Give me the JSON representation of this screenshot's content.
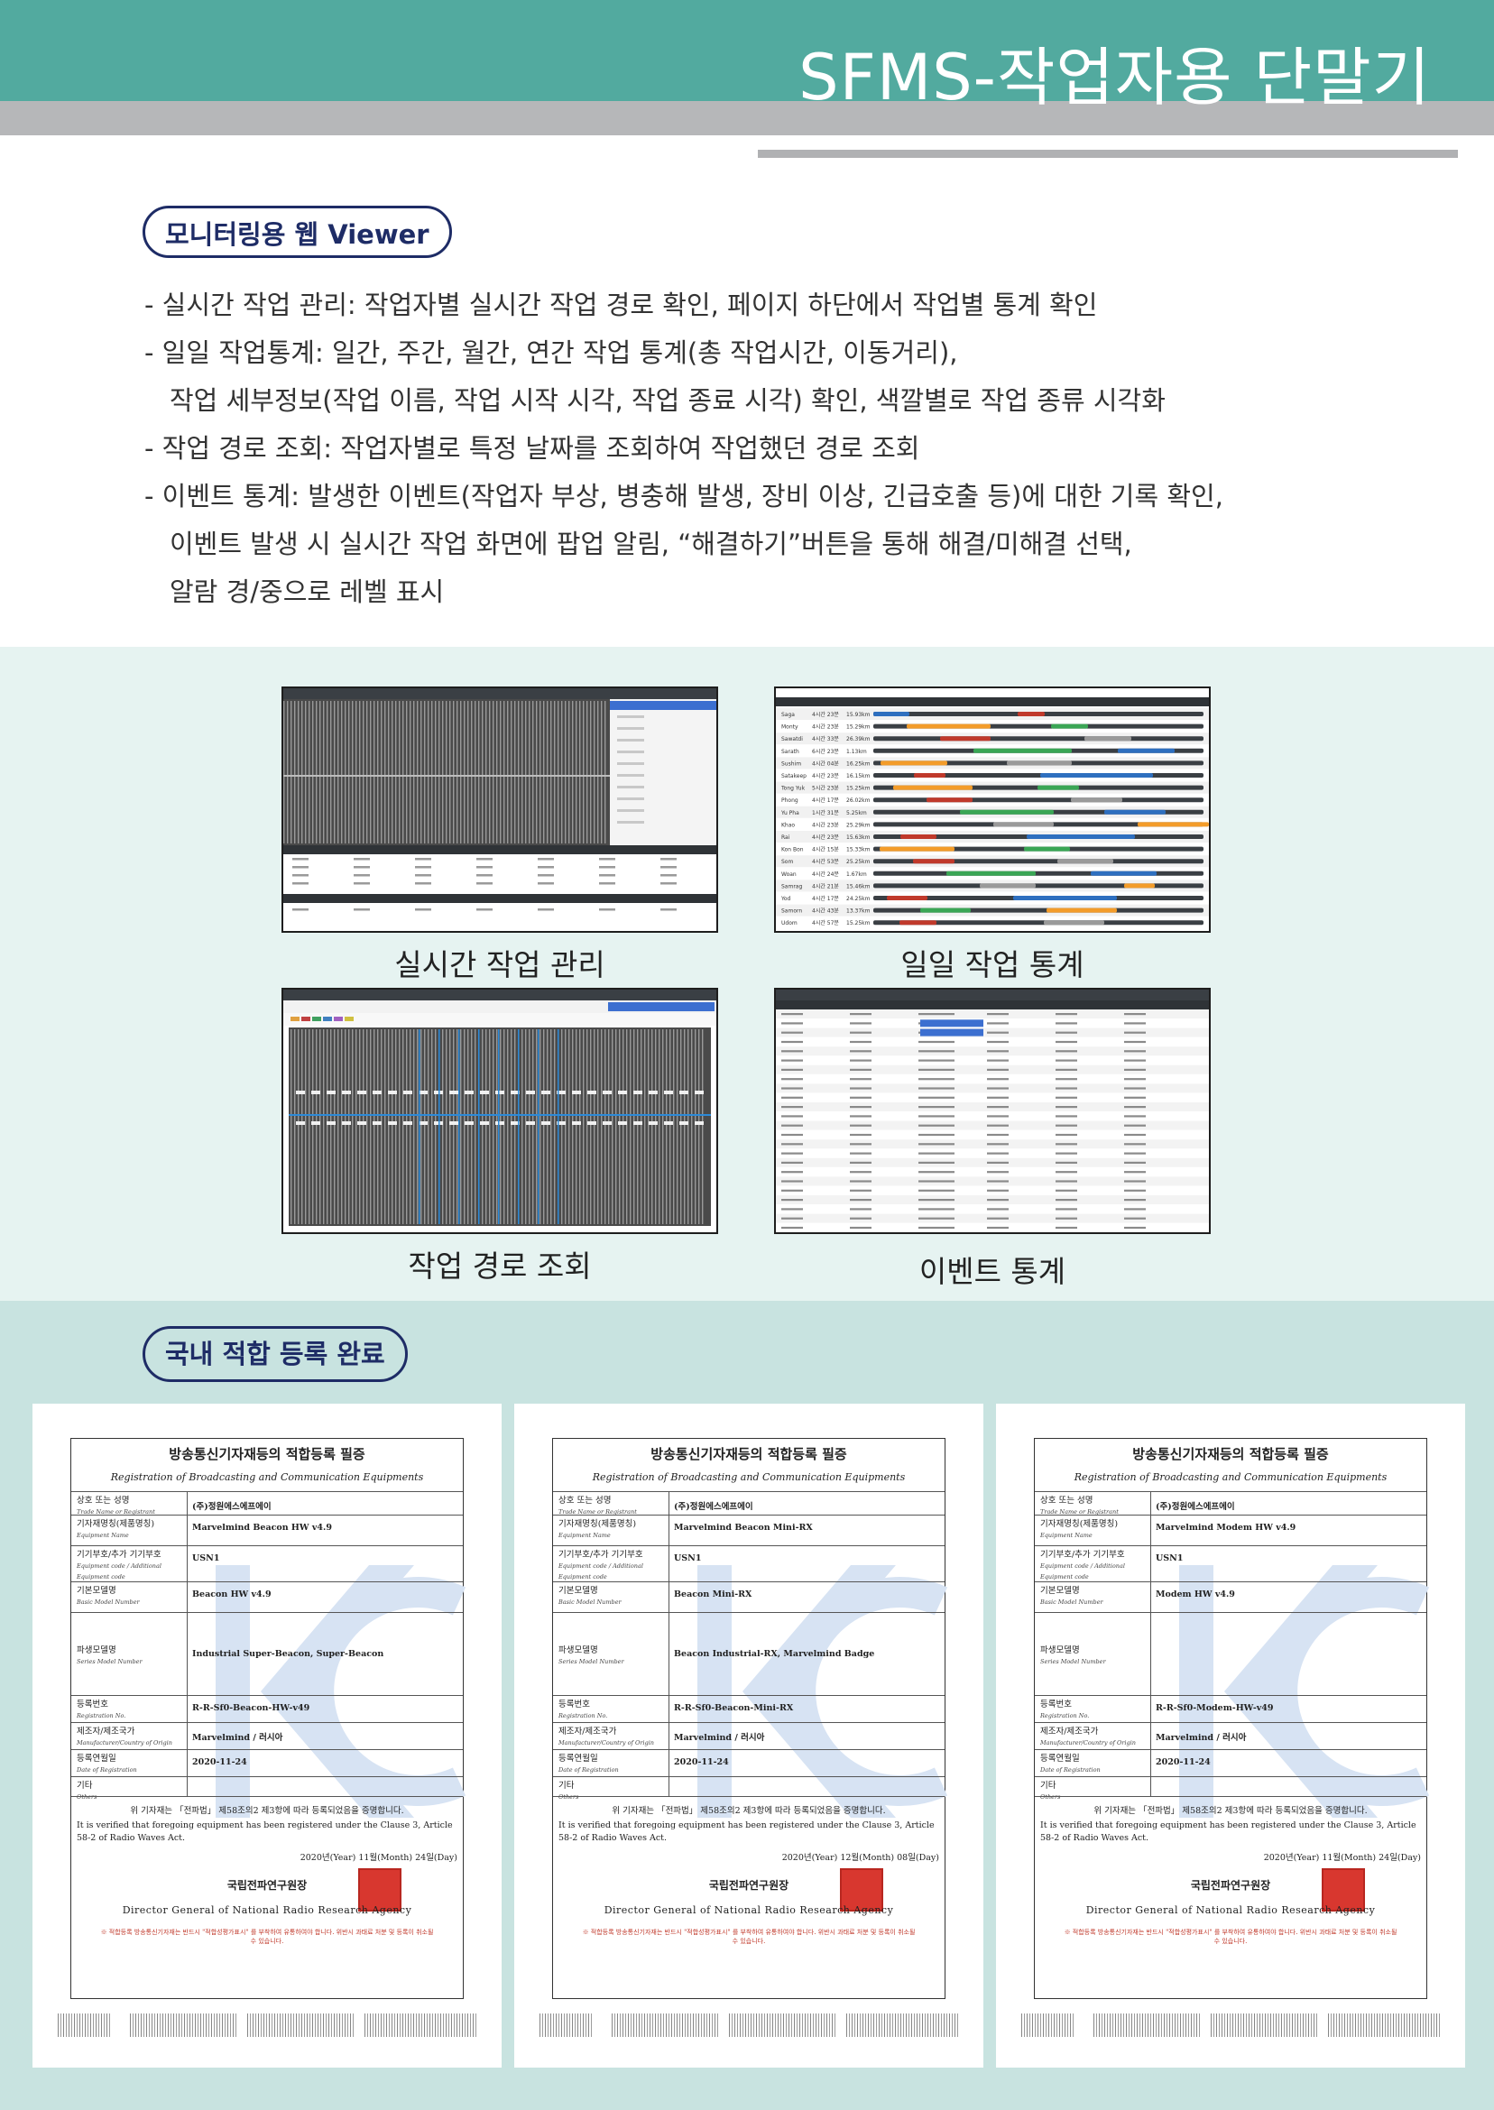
{
  "header": {
    "title": "SFMS-작업자용 단말기"
  },
  "section_monitor": {
    "pill": "모니터링용 웹 Viewer",
    "bullets": [
      "- 실시간 작업 관리: 작업자별 실시간 작업 경로 확인, 페이지 하단에서 작업별 통계 확인",
      "- 일일 작업통계: 일간, 주간, 월간, 연간 작업 통계(총 작업시간, 이동거리),",
      "작업 세부정보(작업 이름, 작업 시작 시각, 작업 종료 시각) 확인, 색깔별로 작업 종류 시각화",
      "- 작업 경로 조회: 작업자별로 특정 날짜를 조회하여 작업했던 경로 조회",
      "- 이벤트 통계: 발생한 이벤트(작업자 부상, 병충해 발생, 장비 이상, 긴급호출 등)에 대한 기록 확인,",
      "이벤트 발생 시 실시간 작업 화면에 팝업 알림, “해결하기”버튼을 통해 해결/미해결 선택,",
      "알람 경/중으로 레벨 표시"
    ],
    "captions": {
      "realtime": "실시간 작업 관리",
      "daily": "일일 작업 통계",
      "route": "작업 경로 조회",
      "event": "이벤트 통계"
    },
    "daily_rows": [
      {
        "name": "Saga",
        "time": "4시간 23분",
        "dist": "15.93km"
      },
      {
        "name": "Monty",
        "time": "4시간 23분",
        "dist": "15.29km"
      },
      {
        "name": "Sawatdi",
        "time": "4시간 33분",
        "dist": "26.39km"
      },
      {
        "name": "Sarath",
        "time": "6시간 23분",
        "dist": "1.13km"
      },
      {
        "name": "Sushim",
        "time": "4시간 04분",
        "dist": "16.25km"
      },
      {
        "name": "Satakeep",
        "time": "4시간 23분",
        "dist": "16.15km"
      },
      {
        "name": "Tong Yuk",
        "time": "5시간 23분",
        "dist": "15.25km"
      },
      {
        "name": "Phong",
        "time": "4시간 17분",
        "dist": "26.02km"
      },
      {
        "name": "Yu Pha",
        "time": "1시간 31분",
        "dist": "5.25km"
      },
      {
        "name": "Khao",
        "time": "4시간 23분",
        "dist": "25.29km"
      },
      {
        "name": "Rai",
        "time": "4시간 23분",
        "dist": "15.63km"
      },
      {
        "name": "Kon Bon",
        "time": "4시간 15분",
        "dist": "15.33km"
      },
      {
        "name": "Som",
        "time": "4시간 53분",
        "dist": "25.25km"
      },
      {
        "name": "Woan",
        "time": "4시간 24분",
        "dist": "1.67km"
      },
      {
        "name": "Samrag",
        "time": "4시간 21분",
        "dist": "15.46km"
      },
      {
        "name": "Yod",
        "time": "4시간 17분",
        "dist": "24.25km"
      },
      {
        "name": "Samorn",
        "time": "4시간 43분",
        "dist": "13.37km"
      },
      {
        "name": "Udom",
        "time": "4시간 57분",
        "dist": "15.25km"
      }
    ]
  },
  "section_cert": {
    "pill": "국내 적합 등록 완료",
    "certs": [
      {
        "title": "방송통신기자재등의 적합등록 필증",
        "subtitle": "Registration of Broadcasting and Communication Equipments",
        "rows": [
          {
            "ko": "상호 또는 성명",
            "en": "Trade Name or Registrant",
            "val": "(주)정원에스에프에이"
          },
          {
            "ko": "기자재명칭(제품명칭)",
            "en": "Equipment Name",
            "val": "Marvelmind Beacon HW v4.9"
          },
          {
            "ko": "기기부호/추가 기기부호",
            "en": "Equipment code / Additional Equipment code",
            "val": "USN1"
          },
          {
            "ko": "기본모델명",
            "en": "Basic Model Number",
            "val": "Beacon HW v4.9"
          },
          {
            "ko": "파생모델명",
            "en": "Series Model Number",
            "val": "Industrial Super-Beacon, Super-Beacon"
          },
          {
            "ko": "등록번호",
            "en": "Registration No.",
            "val": "R-R-Sf0-Beacon-HW-v49"
          },
          {
            "ko": "제조자/제조국가",
            "en": "Manufacturer/Country of Origin",
            "val": "Marvelmind / 러시아"
          },
          {
            "ko": "등록연월일",
            "en": "Date of Registration",
            "val": "2020-11-24"
          },
          {
            "ko": "기타",
            "en": "Others",
            "val": ""
          }
        ],
        "body_ko": "위 기자재는 「전파법」 제58조의2 제3항에 따라 등록되었음을 증명합니다.",
        "body_en": "It is verified that foregoing equipment has been registered under the Clause 3, Article 58-2 of Radio Waves Act.",
        "date": "2020년(Year) 11월(Month) 24일(Day)",
        "issuer_ko": "국립전파연구원장",
        "issuer_en": "Director General of National Radio Research Agency"
      },
      {
        "title": "방송통신기자재등의 적합등록 필증",
        "subtitle": "Registration of Broadcasting and Communication Equipments",
        "rows": [
          {
            "ko": "상호 또는 성명",
            "en": "Trade Name or Registrant",
            "val": "(주)정원에스에프에이"
          },
          {
            "ko": "기자재명칭(제품명칭)",
            "en": "Equipment Name",
            "val": "Marvelmind Beacon Mini-RX"
          },
          {
            "ko": "기기부호/추가 기기부호",
            "en": "Equipment code / Additional Equipment code",
            "val": "USN1"
          },
          {
            "ko": "기본모델명",
            "en": "Basic Model Number",
            "val": "Beacon Mini-RX"
          },
          {
            "ko": "파생모델명",
            "en": "Series Model Number",
            "val": "Beacon Industrial-RX, Marvelmind Badge"
          },
          {
            "ko": "등록번호",
            "en": "Registration No.",
            "val": "R-R-Sf0-Beacon-Mini-RX"
          },
          {
            "ko": "제조자/제조국가",
            "en": "Manufacturer/Country of Origin",
            "val": "Marvelmind / 러시아"
          },
          {
            "ko": "등록연월일",
            "en": "Date of Registration",
            "val": "2020-11-24"
          },
          {
            "ko": "기타",
            "en": "Others",
            "val": ""
          }
        ],
        "body_ko": "위 기자재는 「전파법」 제58조의2 제3항에 따라 등록되었음을 증명합니다.",
        "body_en": "It is verified that foregoing equipment has been registered under the Clause 3, Article 58-2 of Radio Waves Act.",
        "date": "2020년(Year) 12월(Month) 08일(Day)",
        "issuer_ko": "국립전파연구원장",
        "issuer_en": "Director General of National Radio Research Agency"
      },
      {
        "title": "방송통신기자재등의 적합등록 필증",
        "subtitle": "Registration of Broadcasting and Communication Equipments",
        "rows": [
          {
            "ko": "상호 또는 성명",
            "en": "Trade Name or Registrant",
            "val": "(주)정원에스에프에이"
          },
          {
            "ko": "기자재명칭(제품명칭)",
            "en": "Equipment Name",
            "val": "Marvelmind Modem HW v4.9"
          },
          {
            "ko": "기기부호/추가 기기부호",
            "en": "Equipment code / Additional Equipment code",
            "val": "USN1"
          },
          {
            "ko": "기본모델명",
            "en": "Basic Model Number",
            "val": "Modem HW v4.9"
          },
          {
            "ko": "파생모델명",
            "en": "Series Model Number",
            "val": ""
          },
          {
            "ko": "등록번호",
            "en": "Registration No.",
            "val": "R-R-Sf0-Modem-HW-v49"
          },
          {
            "ko": "제조자/제조국가",
            "en": "Manufacturer/Country of Origin",
            "val": "Marvelmind / 러시아"
          },
          {
            "ko": "등록연월일",
            "en": "Date of Registration",
            "val": "2020-11-24"
          },
          {
            "ko": "기타",
            "en": "Others",
            "val": ""
          }
        ],
        "body_ko": "위 기자재는 「전파법」 제58조의2 제3항에 따라 등록되었음을 증명합니다.",
        "body_en": "It is verified that foregoing equipment has been registered under the Clause 3, Article 58-2 of Radio Waves Act.",
        "date": "2020년(Year) 11월(Month) 24일(Day)",
        "issuer_ko": "국립전파연구원장",
        "issuer_en": "Director General of National Radio Research Agency"
      }
    ],
    "notice": "※ 적합등록 방송통신기자재는 반드시 \"적합성평가표시\" 를 부착하여 유통하여야 합니다. 위반시 과태료 처분 및 등록이 취소될 수 있습니다."
  },
  "colors": {
    "header_teal": "#52aa9f",
    "header_grey": "#b6b7b9",
    "pill_navy": "#1e2c66",
    "section_light": "#e6f3f1",
    "section_mid": "#c8e3e0"
  }
}
